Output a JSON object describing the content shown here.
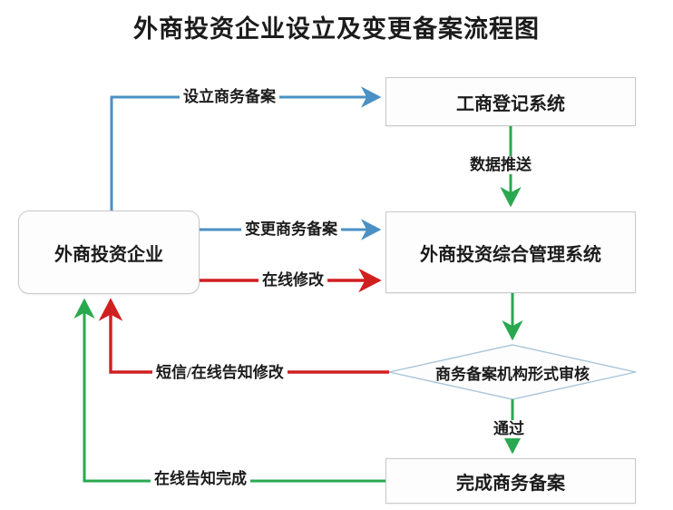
{
  "title": "外商投资企业设立及变更备案流程图",
  "colors": {
    "blue": "#4a90c4",
    "green": "#2aa84f",
    "red": "#cf2020",
    "diamond_stroke": "#a8c4d8",
    "node_border": "#c7c9cc",
    "node_fill": "#fdfdfd",
    "text": "#1c1c1c"
  },
  "nodes": [
    {
      "id": "enterprise",
      "label": "外商投资企业",
      "shape": "rounded-rect"
    },
    {
      "id": "registry",
      "label": "工商登记系统",
      "shape": "rect"
    },
    {
      "id": "fims",
      "label": "外商投资综合管理系统",
      "shape": "rect"
    },
    {
      "id": "review",
      "label": "商务备案机构形式审核",
      "shape": "diamond"
    },
    {
      "id": "done",
      "label": "完成商务备案",
      "shape": "rect"
    }
  ],
  "edges": [
    {
      "id": "setup-filing",
      "label": "设立商务备案",
      "from": "enterprise",
      "to": "registry",
      "color": "blue"
    },
    {
      "id": "data-push",
      "label": "数据推送",
      "from": "registry",
      "to": "fims",
      "color": "green"
    },
    {
      "id": "change-filing",
      "label": "变更商务备案",
      "from": "enterprise",
      "to": "fims",
      "color": "blue"
    },
    {
      "id": "online-modify",
      "label": "在线修改",
      "from": "enterprise",
      "to": "fims",
      "color": "red"
    },
    {
      "id": "review-flow",
      "label": "",
      "from": "fims",
      "to": "review",
      "color": "green"
    },
    {
      "id": "sms-notify-modify",
      "label": "短信/在线告知修改",
      "from": "review",
      "to": "enterprise",
      "color": "red"
    },
    {
      "id": "pass",
      "label": "通过",
      "from": "review",
      "to": "done",
      "color": "green"
    },
    {
      "id": "online-notify-done",
      "label": "在线告知完成",
      "from": "done",
      "to": "enterprise",
      "color": "green"
    }
  ]
}
